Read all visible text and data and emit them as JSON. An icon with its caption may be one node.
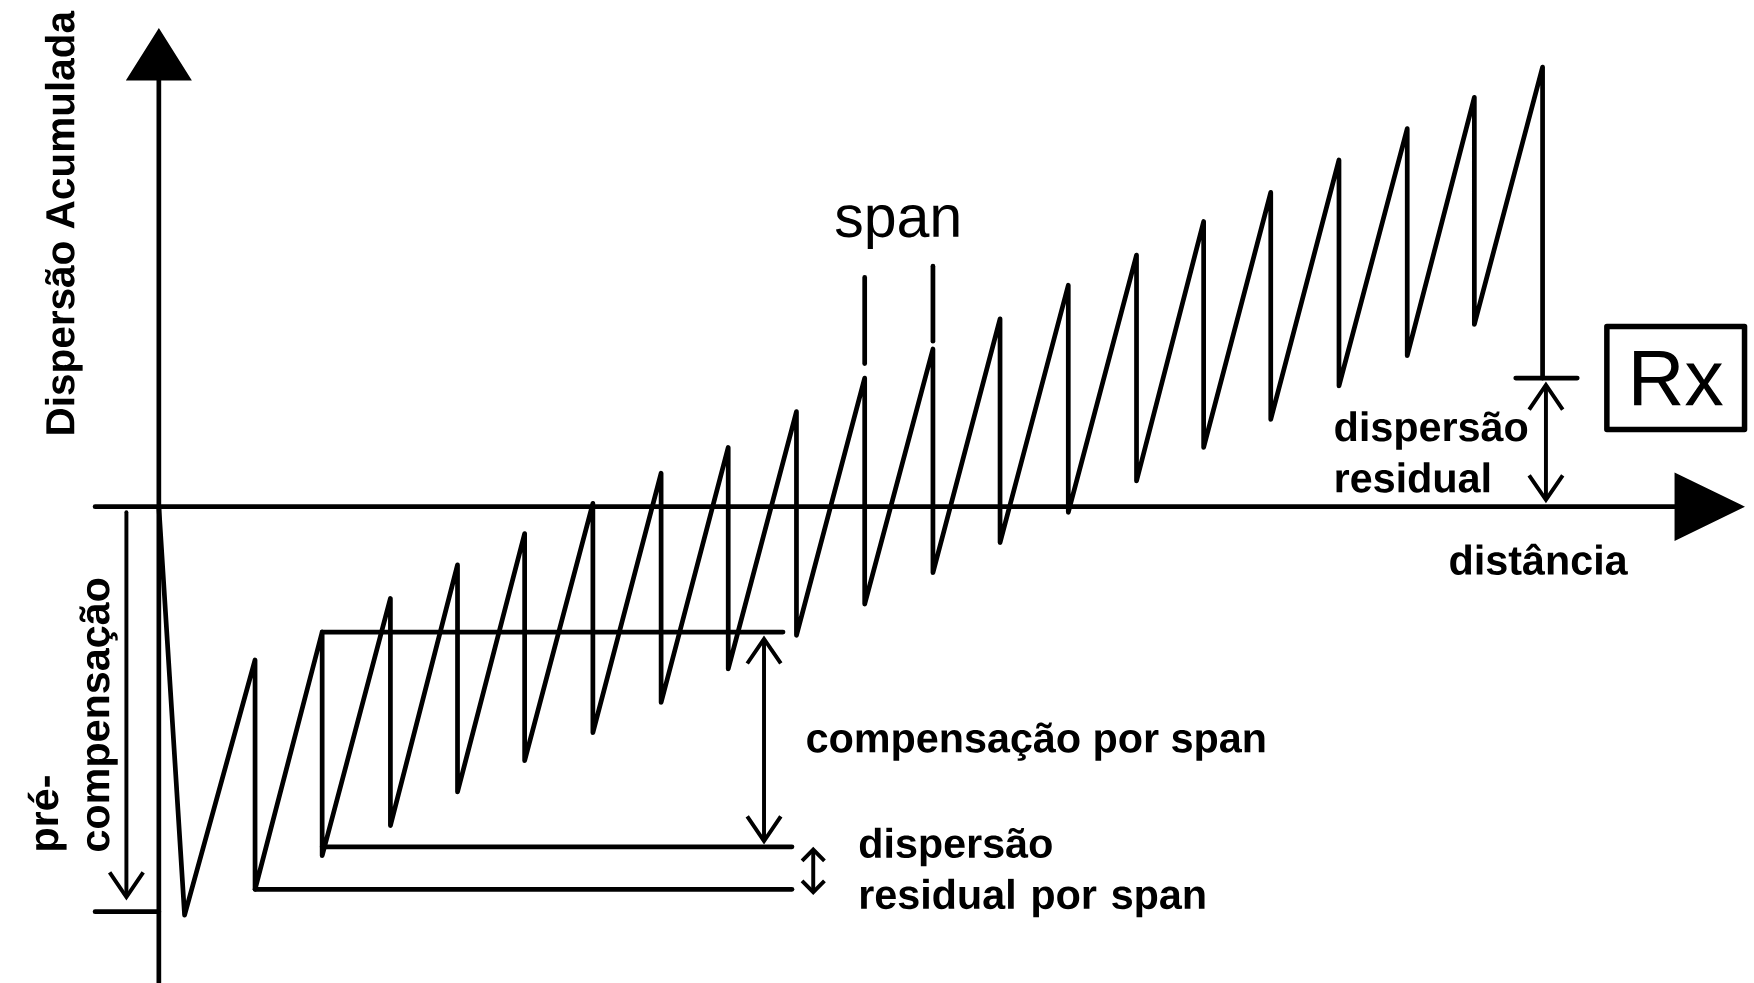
{
  "diagram": {
    "nodes": [
      {
        "text": [
          "Rx"
        ]
      }
    ],
    "labels": [
      "Dispersão Acumulada",
      "span",
      "dispersão residual",
      "distância",
      "pré- compensação",
      "compensação por span",
      "dispersão residual por span"
    ]
  }
}
